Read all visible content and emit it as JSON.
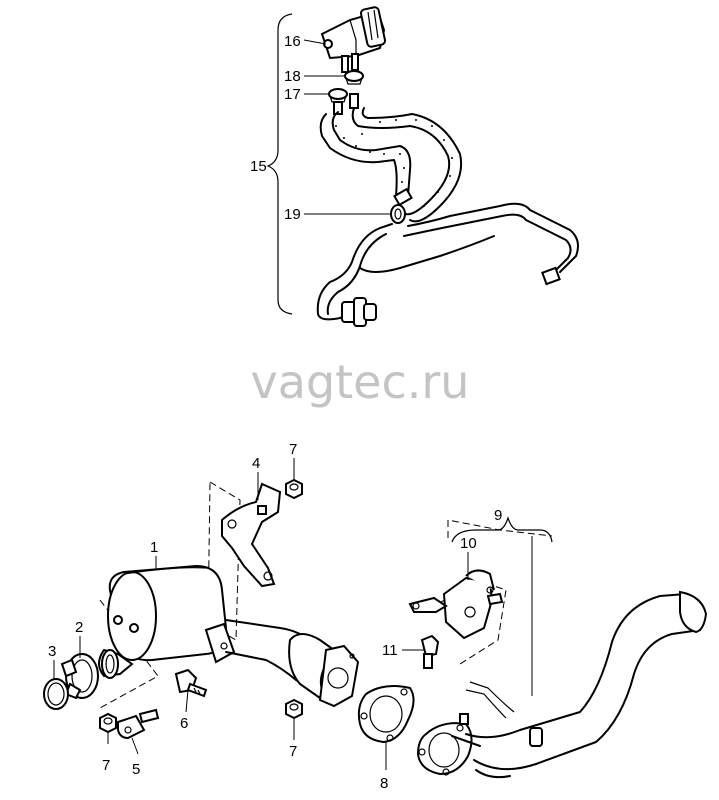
{
  "watermark": "vagtec.ru",
  "callouts": {
    "c1": "1",
    "c2": "2",
    "c3": "3",
    "c4": "4",
    "c5": "5",
    "c6": "6",
    "c7a": "7",
    "c7b": "7",
    "c7c": "7",
    "c8": "8",
    "c9": "9",
    "c10": "10",
    "c11": "11",
    "c15": "15",
    "c16": "16",
    "c17": "17",
    "c18": "18",
    "c19": "19"
  }
}
